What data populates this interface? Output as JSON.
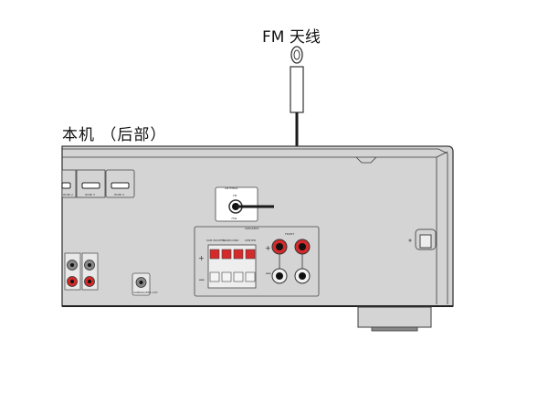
{
  "labels": {
    "fm_antenna": "FM 天线",
    "unit_rear": "本机 （后部）"
  },
  "unit": {
    "hdmi_ports": [
      "HDMI 2",
      "HDMI 3",
      "HDMI 4"
    ],
    "antenna_panel": {
      "title": "ANTENNA",
      "jack_top": "FM",
      "jack_bottom": "75Ω"
    },
    "speakers_panel": {
      "title": "SPEAKERS",
      "terminal_labels": [
        "SUB WOOFER",
        "SURROUND",
        "CENTER"
      ],
      "front_label": "FRONT",
      "plus": "+",
      "minus": "−"
    },
    "subwoofer_out": "SUBWOOFER OUT"
  },
  "colors": {
    "chassis": "#d4d4d4",
    "outline": "#3a3a3a",
    "terminal_red": "#d42a2a",
    "cable": "#1a1a1a"
  }
}
